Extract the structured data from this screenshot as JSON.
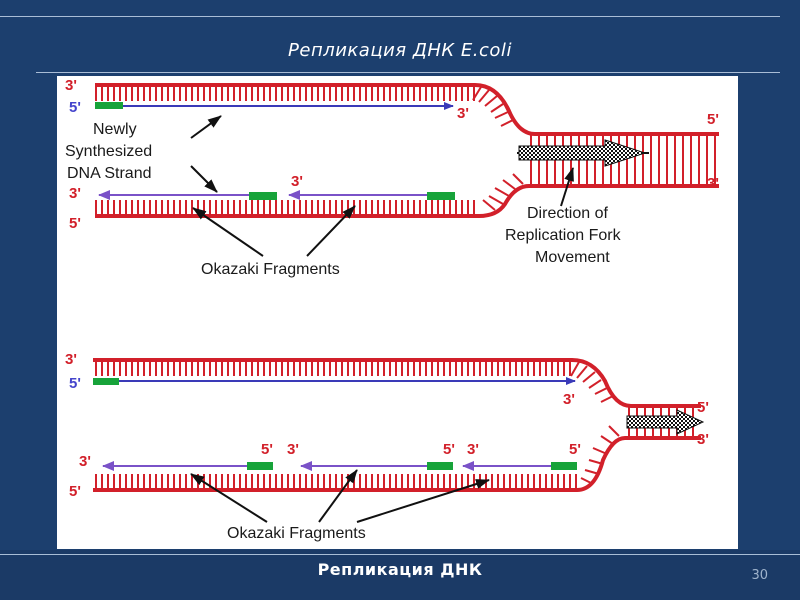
{
  "slide": {
    "title": "Репликация ДНК  E.coli",
    "footer_title": "Репликация ДНК",
    "page_number": "30"
  },
  "diagram_top": {
    "label_newly": [
      "Newly",
      "Synthesized",
      "DNA Strand"
    ],
    "label_direction": [
      "Direction of",
      "Replication Fork",
      "Movement"
    ],
    "label_okazaki": "Okazaki Fragments",
    "end_3_top": "3'",
    "end_5_lead": "5'",
    "end_3_lead": "3'",
    "end_5_right": "5'",
    "end_3_right": "3'",
    "end_3_lag": "3'",
    "end_3_lag_mid": "3'",
    "end_5_bottom": "5'"
  },
  "diagram_bottom": {
    "label_okazaki": "Okazaki Fragments",
    "end_3_top": "3'",
    "end_5_lead": "5'",
    "end_3_lead": "3'",
    "end_5_right": "5'",
    "end_3_right": "3'",
    "end_3_lag": "3'",
    "frag_5_a": "5'",
    "frag_3_a": "3'",
    "frag_5_b": "5'",
    "frag_3_b": "3'",
    "frag_5_c": "5'",
    "end_5_bottom": "5'"
  },
  "colors": {
    "parental_strand": "#d2202a",
    "new_strand": "#3a3ab8",
    "primer": "#17a33a",
    "text": "#1a1a1a"
  }
}
